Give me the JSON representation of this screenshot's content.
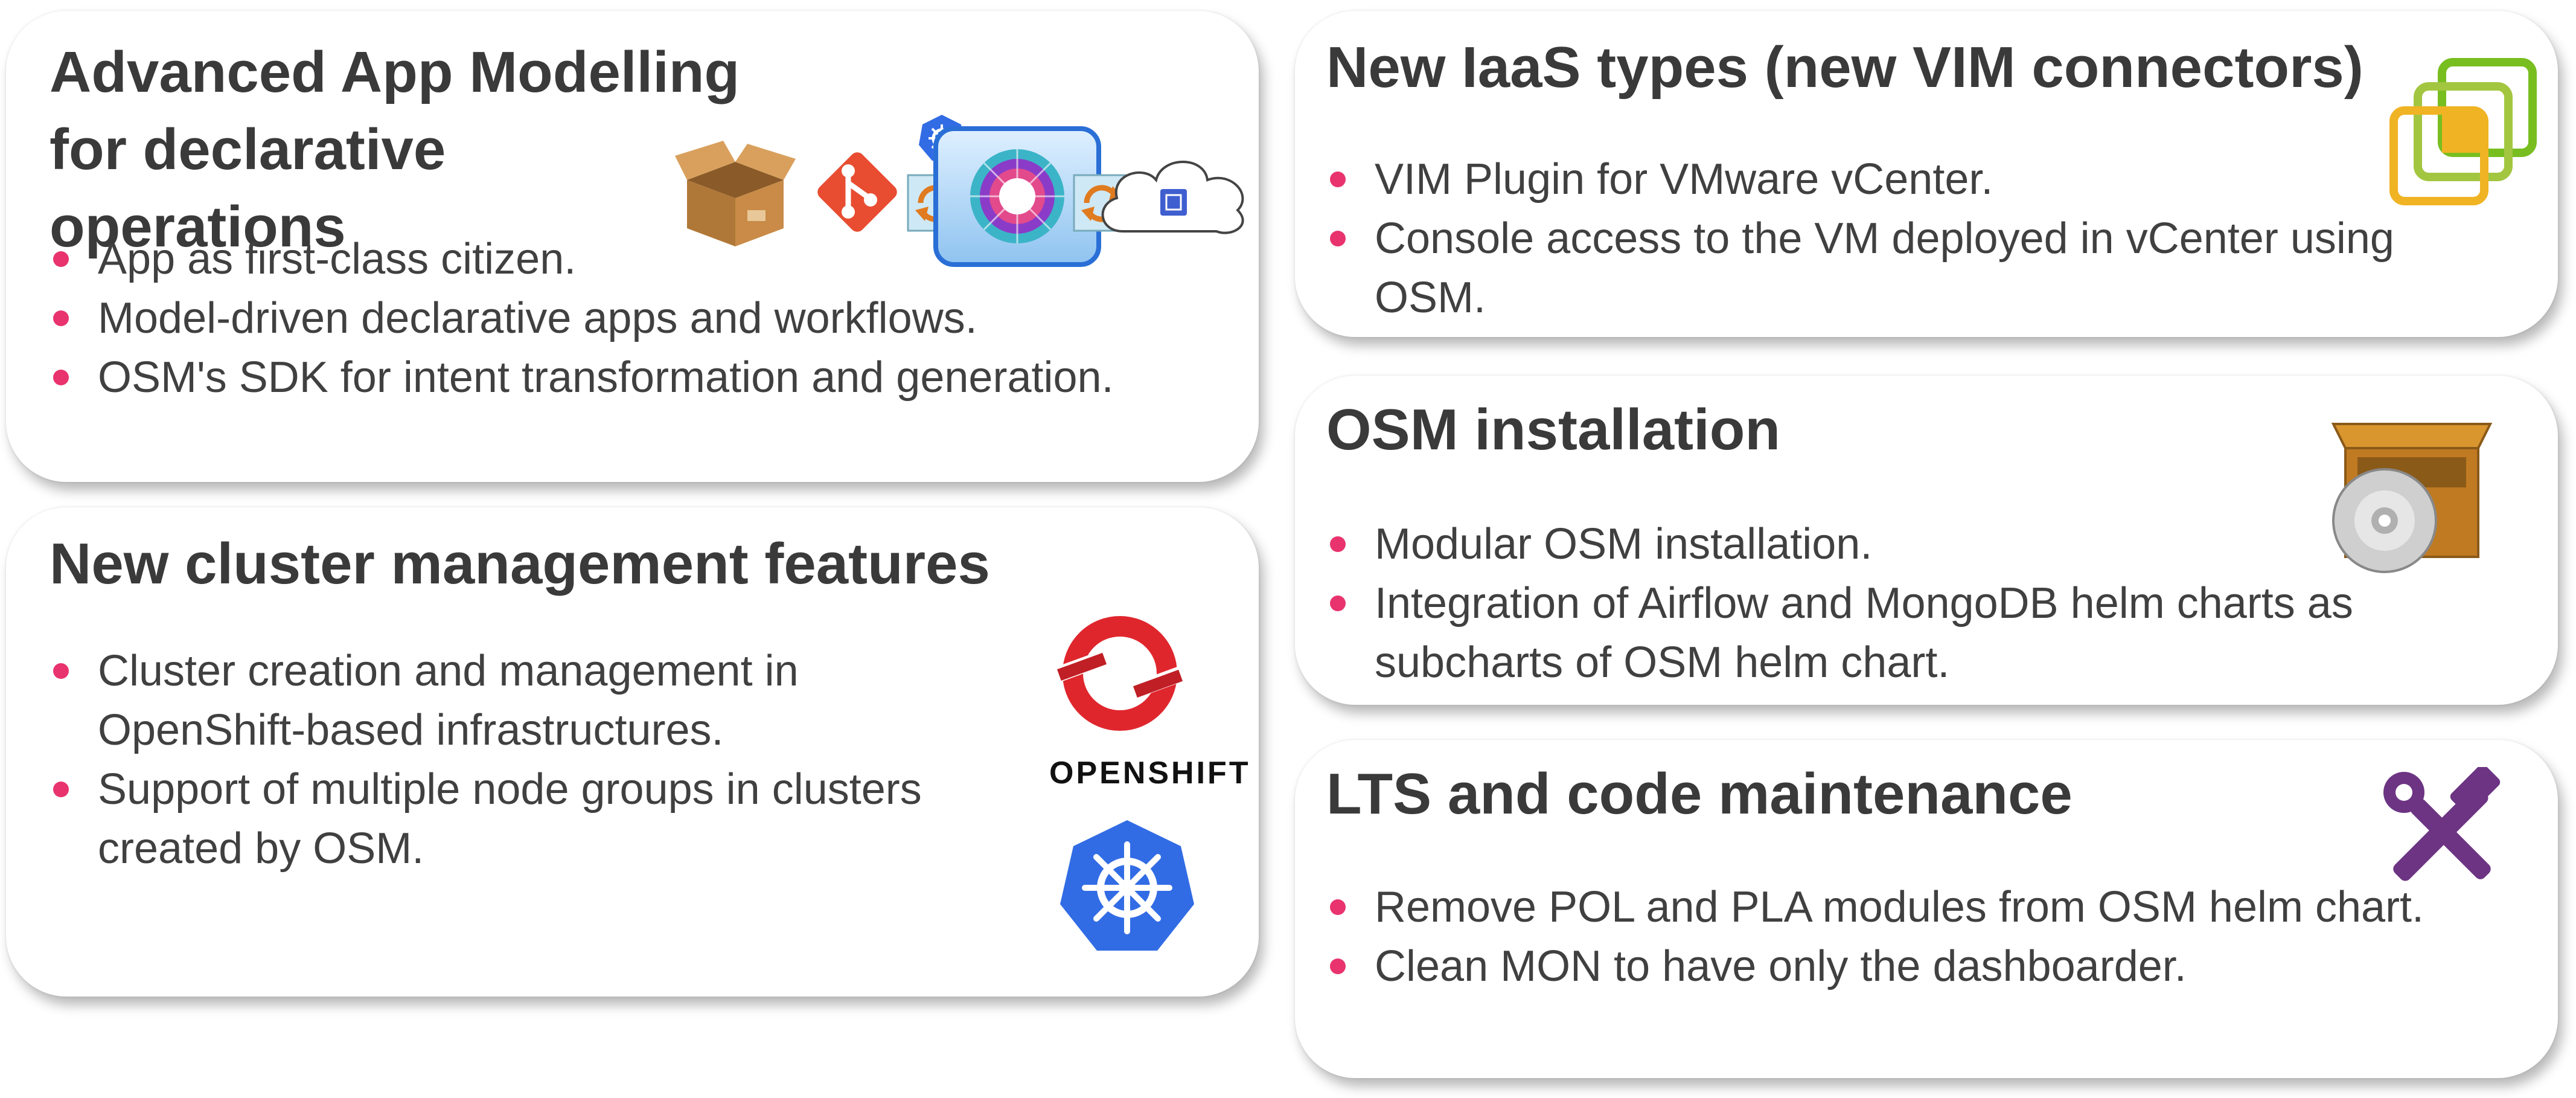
{
  "cards": {
    "app_modelling": {
      "title": "Advanced App Modelling for declarative operations",
      "bullets": [
        "App as first-class citizen.",
        "Model-driven declarative apps and workflows.",
        "OSM's SDK for intent transformation and generation."
      ]
    },
    "cluster": {
      "title": "New cluster management features",
      "bullets": [
        "Cluster creation and management in OpenShift-based infrastructures.",
        "Support of multiple node groups in clusters created by OSM."
      ],
      "logo_text": "OPENSHIFT"
    },
    "iaas": {
      "title": "New IaaS types (new VIM connectors)",
      "bullets": [
        "VIM Plugin for VMware vCenter.",
        "Console access to the VM deployed in vCenter using OSM."
      ]
    },
    "installation": {
      "title": "OSM installation",
      "bullets": [
        "Modular OSM installation.",
        "Integration of Airflow and MongoDB helm charts as subcharts of OSM helm chart."
      ]
    },
    "lts": {
      "title": "LTS and code maintenance",
      "bullets": [
        "Remove POL and PLA modules from OSM helm chart.",
        "Clean MON to have only the dashboarder."
      ]
    }
  },
  "icons": [
    "package-box-icon",
    "git-icon",
    "kubernetes-icon",
    "sync-arrows-icon",
    "osm-logo-icon",
    "cloud-icon",
    "openshift-logo-icon",
    "vmware-vcenter-icon",
    "software-install-icon",
    "tools-icon"
  ],
  "colors": {
    "bullet": "#e8336e",
    "title": "#3a3a3a",
    "text": "#404040",
    "openshift_red": "#e0262d",
    "kubernetes_blue": "#326ce5",
    "tools_purple": "#6c3483",
    "vmware_green": "#78be20"
  }
}
